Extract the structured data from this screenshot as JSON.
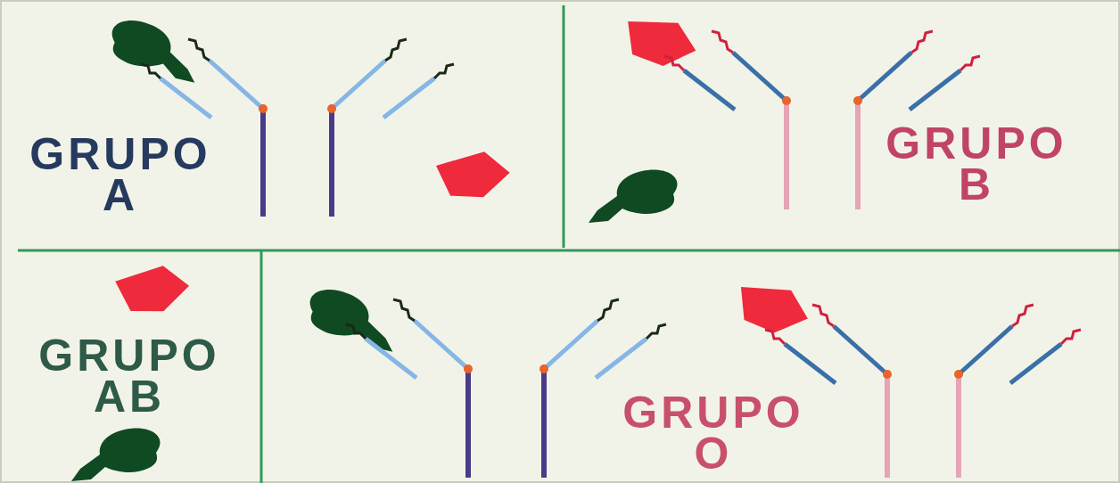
{
  "diagram": {
    "labels": [
      "GRUPO A",
      "GRUPO B",
      "GRUPO AB",
      "GRUPO O"
    ]
  }
}
